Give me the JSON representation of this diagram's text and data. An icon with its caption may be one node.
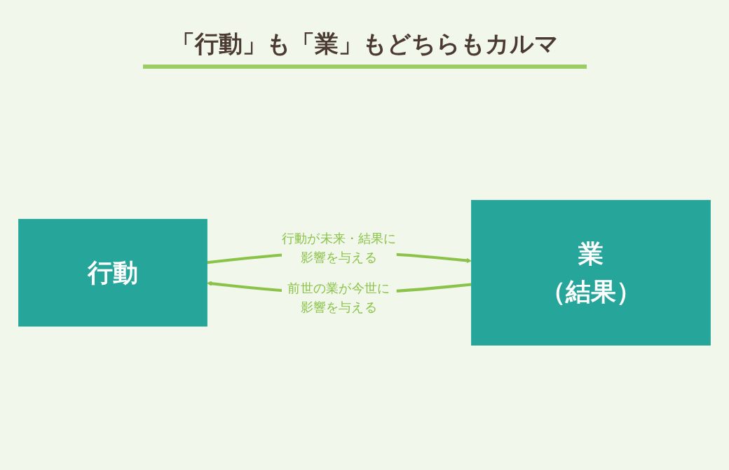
{
  "diagram": {
    "title": "「行動」も「業」もどちらもカルマ",
    "nodes": [
      {
        "text": [
          "行動"
        ]
      },
      {
        "text": [
          "業",
          "（結果）"
        ]
      }
    ],
    "edges": [
      {
        "from": 0,
        "to": 1,
        "arrow": "to",
        "label": "行動が未来・結果に影響を与える"
      },
      {
        "from": 1,
        "to": 0,
        "arrow": "to",
        "label": "前世の業が今世に影響を与える"
      }
    ]
  }
}
